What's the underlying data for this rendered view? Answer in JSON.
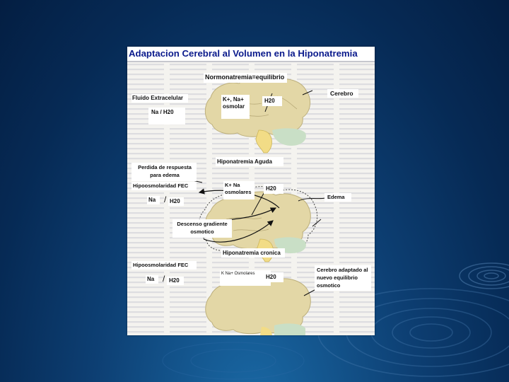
{
  "title": "Adaptacion Cerebral al Volumen en la Hiponatremia",
  "panels": [
    {
      "heading": "Normonatremia=equilibrio",
      "left_label": "Fluido Extracelular",
      "left_ratio": "Na / H20",
      "intracellular_label": "K+, Na+ osmolar",
      "water_label": "H20",
      "right_label": "Cerebro"
    },
    {
      "heading": "Hiponatremia Aguda",
      "loss_label": "Perdida de respuesta para edema",
      "left_label": "Hipoosmolaridad FEC",
      "na_label": "Na",
      "water_label": "H20",
      "intracellular_label": "K+ Na osmolares",
      "right_label": "Edema",
      "gradient_label": "Descenso gradiente osmotico"
    },
    {
      "heading": "Hiponatremia cronica",
      "left_label": "Hipoosmolaridad FEC",
      "na_label": "Na",
      "water_label": "H20",
      "intracellular_label": "K Na+ Osmolares",
      "intracellular_water": "H20",
      "right_label": "Cerebro adaptado al nuevo equilibrio osmotico"
    }
  ],
  "colors": {
    "slide_background": "#0b3768",
    "title_text": "#0a1a8c",
    "cerebrum": "#e3d7a6",
    "cerebellum": "#c9dfc6",
    "brainstem": "#f2dc86"
  }
}
